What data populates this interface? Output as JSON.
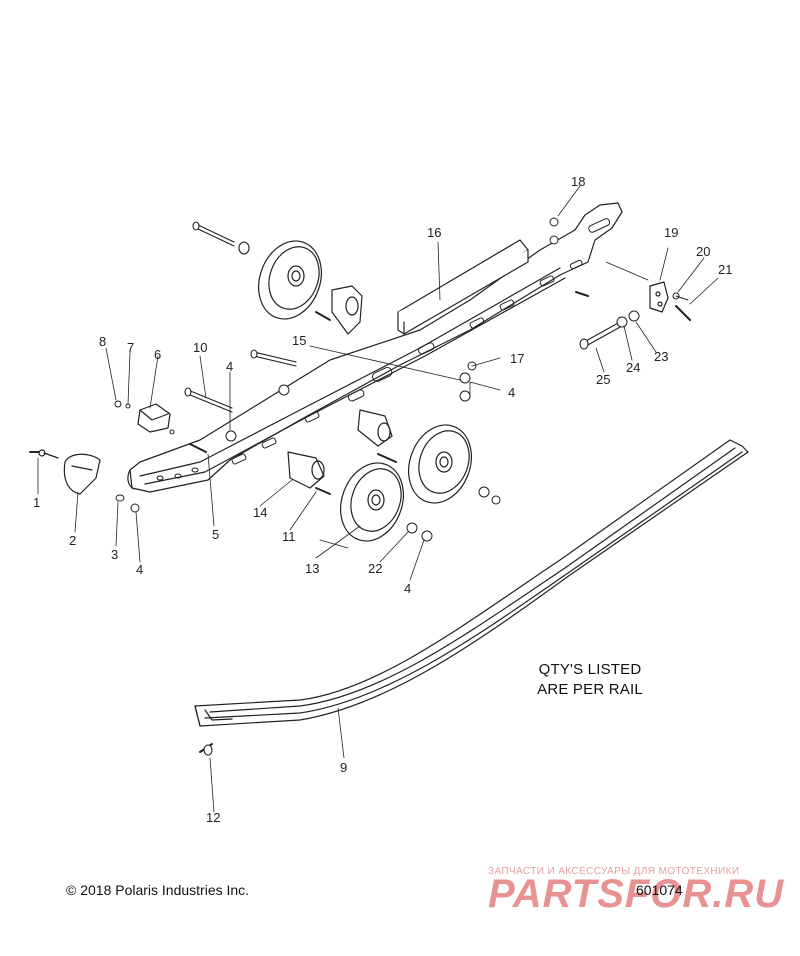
{
  "diagram": {
    "callouts": [
      "1",
      "2",
      "3",
      "4",
      "5",
      "6",
      "7",
      "8",
      "9",
      "10",
      "11",
      "12",
      "13",
      "14",
      "15",
      "16",
      "17",
      "18",
      "19",
      "20",
      "21",
      "22",
      "23",
      "24",
      "25"
    ],
    "note_line1": "QTY'S LISTED",
    "note_line2": "ARE PER RAIL"
  },
  "footer": {
    "copyright": "© 2018 Polaris Industries Inc.",
    "doc_number": "601074"
  },
  "watermark": {
    "tagline": "ЗАПЧАСТИ И АКСЕССУАРЫ ДЛЯ МОТОТЕХНИКИ",
    "brand": "PARTSFOR.RU",
    "color": "#d63838"
  }
}
